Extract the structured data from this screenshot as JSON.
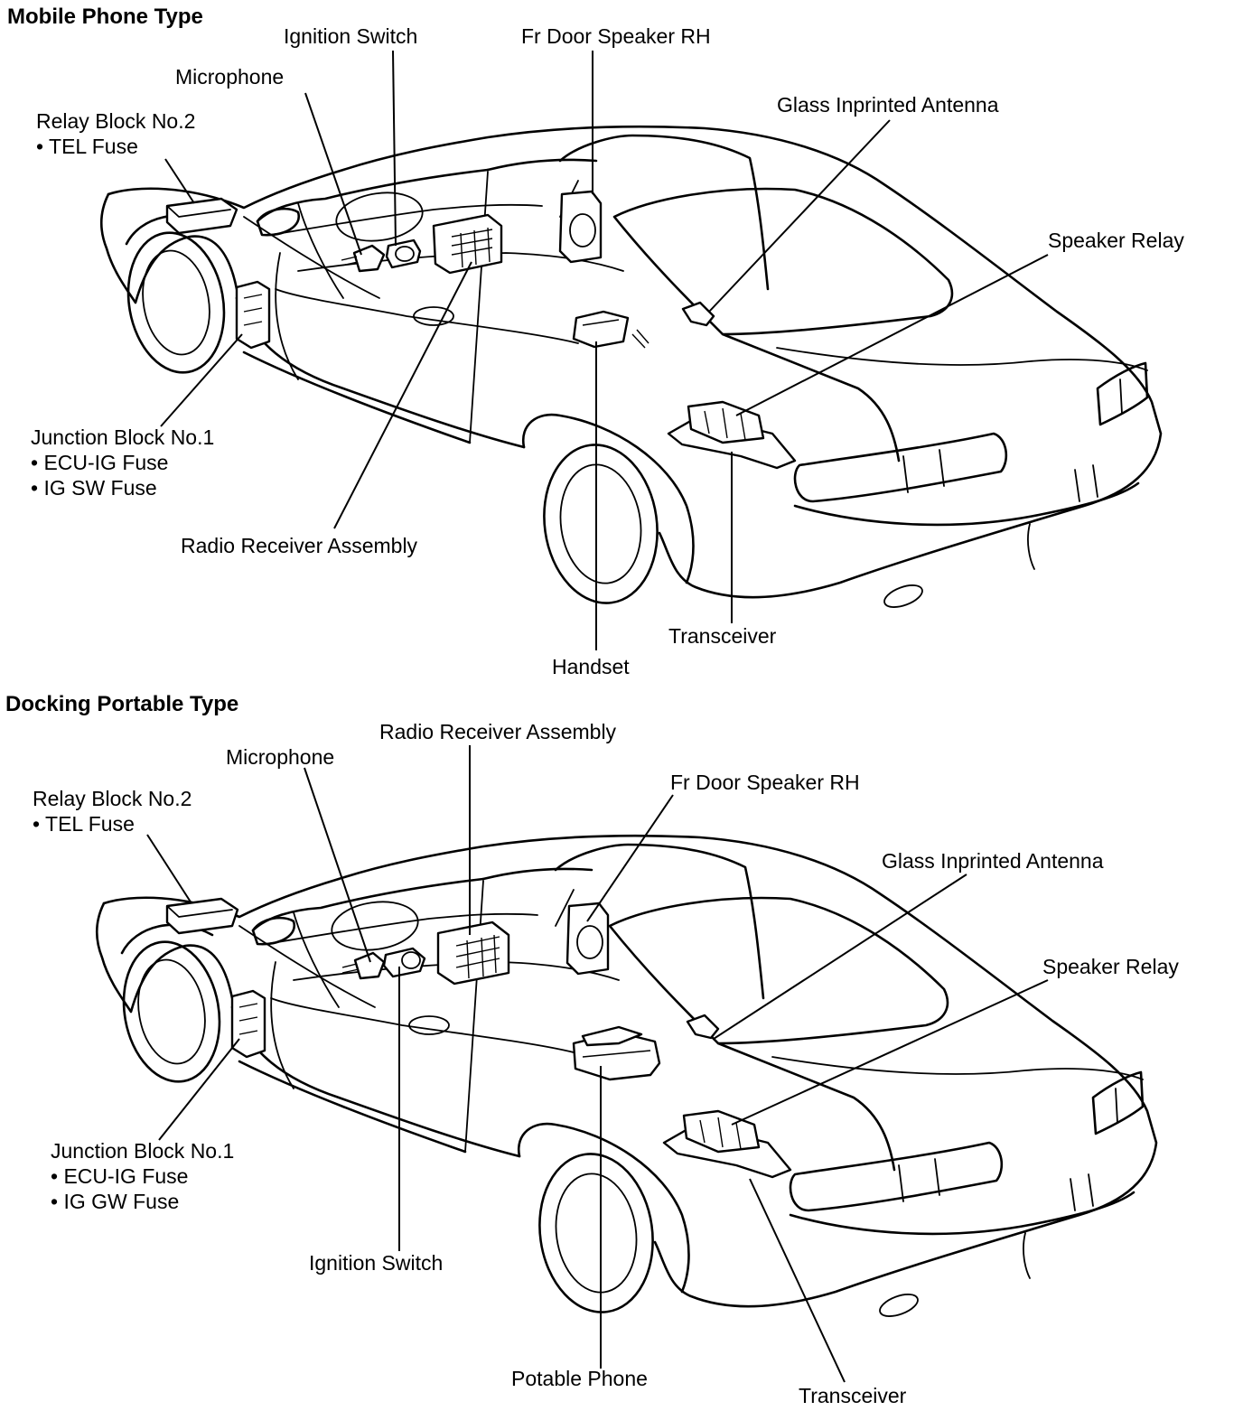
{
  "sections": [
    {
      "title": "Mobile Phone Type",
      "labels": {
        "ignition_switch": "Ignition Switch",
        "fr_door_speaker": "Fr Door Speaker RH",
        "microphone": "Microphone",
        "glass_antenna": "Glass Inprinted Antenna",
        "relay_block_line1": "Relay Block No.2",
        "relay_block_line2": "• TEL Fuse",
        "speaker_relay": "Speaker Relay",
        "junction_block_line1": "Junction Block No.1",
        "junction_block_line2": "• ECU-IG Fuse",
        "junction_block_line3": "• IG SW Fuse",
        "radio_receiver": "Radio Receiver Assembly",
        "transceiver": "Transceiver",
        "handset": "Handset"
      }
    },
    {
      "title": "Docking Portable Type",
      "labels": {
        "radio_receiver": "Radio Receiver Assembly",
        "microphone": "Microphone",
        "fr_door_speaker": "Fr Door Speaker RH",
        "relay_block_line1": "Relay Block No.2",
        "relay_block_line2": "• TEL Fuse",
        "glass_antenna": "Glass Inprinted Antenna",
        "speaker_relay": "Speaker Relay",
        "junction_block_line1": "Junction Block No.1",
        "junction_block_line2": "• ECU-IG Fuse",
        "junction_block_line3": "• IG GW Fuse",
        "ignition_switch": "Ignition Switch",
        "potable_phone": "Potable Phone",
        "transceiver": "Transceiver"
      }
    }
  ]
}
